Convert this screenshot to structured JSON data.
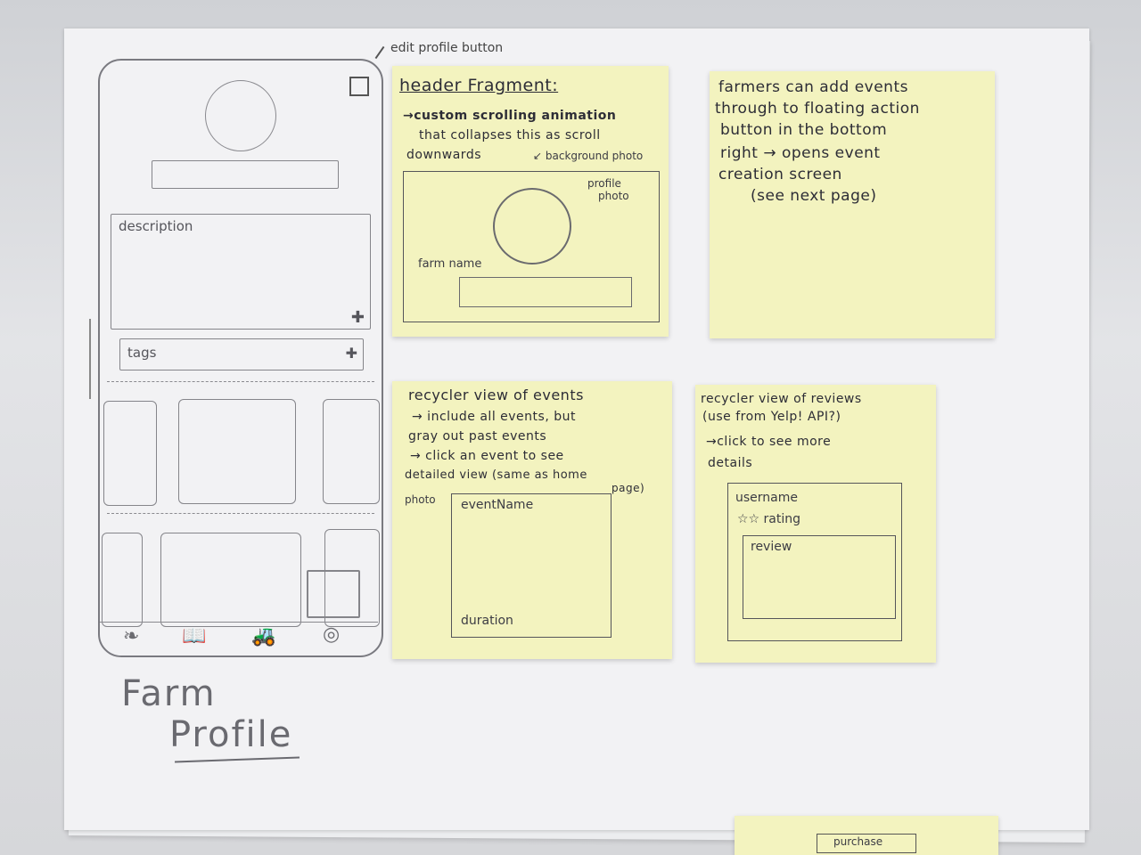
{
  "annotations": {
    "edit_profile": "edit profile button"
  },
  "phone": {
    "description_label": "description",
    "tags_label": "tags",
    "title_line1": "Farm",
    "title_line2": "Profile"
  },
  "note_header": {
    "title": "header Fragment:",
    "line1": "→custom scrolling animation",
    "line2": "that collapses this as scroll",
    "line3": "downwards",
    "bg_label": "↙ background photo",
    "profile_photo_label1": "profile",
    "profile_photo_label2": "photo",
    "farm_name_label": "farm name"
  },
  "note_fab": {
    "line1": "farmers can add events",
    "line2": "through to floating action",
    "line3": "button in the bottom",
    "line4": "right → opens event",
    "line5": "creation screen",
    "line6": "(see next page)"
  },
  "note_events": {
    "line1": "recycler view of events",
    "line2": "→ include all events, but",
    "line3": "gray out past events",
    "line4": "→ click an event to see",
    "line5": "detailed view (same as home",
    "line6": "page)",
    "photo_label": "photo",
    "event_name": "eventName",
    "duration": "duration"
  },
  "note_reviews": {
    "line1": "recycler view of reviews",
    "line2": "(use from Yelp! API?)",
    "line3": "→click to see more",
    "line4": "details",
    "username": "username",
    "rating": "☆☆ rating",
    "review": "review"
  },
  "bottom_note": {
    "button": "purchase"
  },
  "colors": {
    "sticky": "#f3f3bf",
    "paper": "#f2f2f4",
    "pencil": "#5a5a5f"
  }
}
